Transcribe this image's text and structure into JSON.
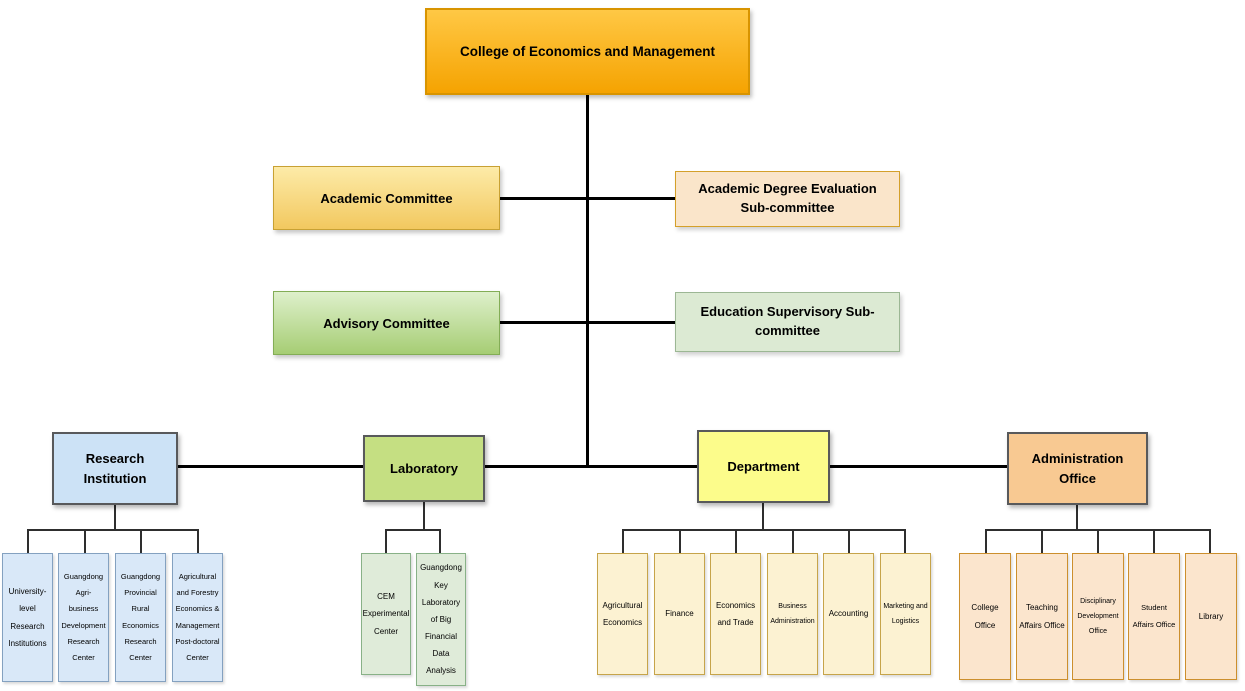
{
  "root": {
    "label": "College of Economics and Management"
  },
  "committees": {
    "academic": {
      "label": "Academic Committee"
    },
    "academic_degree": {
      "label": "Academic Degree Evaluation Sub-committee"
    },
    "advisory": {
      "label": "Advisory Committee"
    },
    "education_supervisory": {
      "label": "Education Supervisory Sub-committee"
    }
  },
  "branches": {
    "research_institution": {
      "label": "Research Institution",
      "children": [
        "University-level Research Institutions",
        "Guangdong Agri-business Development Research Center",
        "Guangdong Provincial Rural Economics Research Center",
        "Agricultural and Forestry Economics & Management Post-doctoral Center"
      ]
    },
    "laboratory": {
      "label": "Laboratory",
      "children": [
        "CEM Experimental Center",
        "Guangdong Key Laboratory of Big Financial Data Analysis"
      ]
    },
    "department": {
      "label": "Department",
      "children": [
        "Agricultural Economics",
        "Finance",
        "Economics and Trade",
        "Business Administration",
        "Accounting",
        "Marketing and Logistics"
      ]
    },
    "administration_office": {
      "label": "Administration Office",
      "children": [
        "College Office",
        "Teaching Affairs Office",
        "Disciplinary Development Office",
        "Student Affairs Office",
        "Library"
      ]
    }
  },
  "palette": {
    "root_fill_top": "#ffc845",
    "root_fill_bottom": "#f5a301",
    "root_border": "#d89400",
    "academic_committee_fill": "#f2c85f",
    "academic_committee_border": "#c8a133",
    "academic_degree_fill": "#fae5ca",
    "academic_degree_border": "#d4a02a",
    "advisory_fill": "#a6cd74",
    "advisory_border": "#83ad56",
    "education_supervisory_fill": "#dcead3",
    "education_supervisory_border": "#9cb794",
    "research_fill": "#cce2f6",
    "laboratory_fill": "#c5df82",
    "department_fill": "#fcfc8b",
    "administration_fill": "#f8c992",
    "branch_border": "#58595b",
    "research_leaf_fill": "#d9e8f8",
    "research_leaf_border": "#84a1c0",
    "laboratory_leaf_fill": "#dfebd9",
    "laboratory_leaf_border": "#88b187",
    "department_leaf_fill": "#fcf2d2",
    "department_leaf_border": "#c6a44a",
    "administration_leaf_fill": "#fbe5cd",
    "administration_leaf_border": "#cc8f2d",
    "connector_color": "#000000"
  }
}
